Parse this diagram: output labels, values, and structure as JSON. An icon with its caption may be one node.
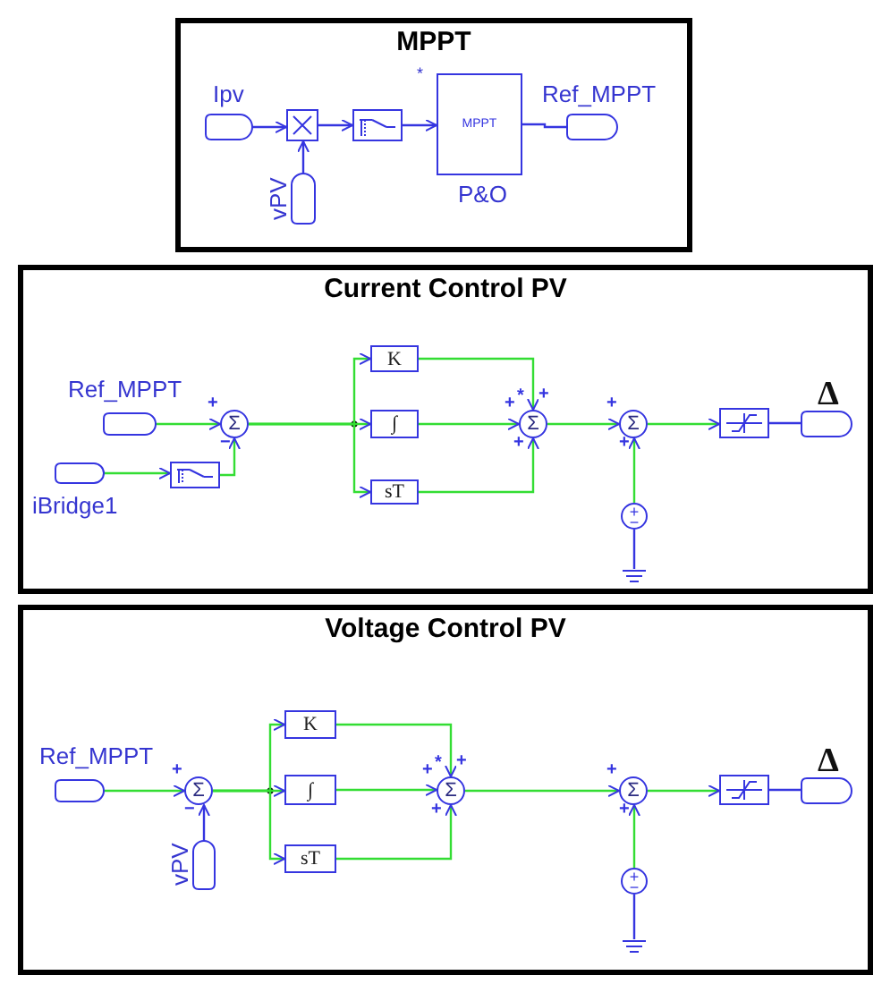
{
  "diagram": {
    "nodes": [
      {
        "text": [
          "MPPT"
        ]
      },
      {
        "text": [
          "Ipv"
        ],
        "in": 0
      },
      {
        "text": [],
        "shape": "box",
        "in": 0
      },
      {
        "text": [],
        "shape": "box",
        "in": 0
      },
      {
        "text": [
          "MPPT"
        ],
        "beside": [
          "P&O"
        ],
        "in": 0
      },
      {
        "text": [
          "Ref_MPPT"
        ],
        "in": 0
      },
      {
        "text": [
          "vPV"
        ],
        "in": 0
      },
      {
        "text": [
          "Current Control PV"
        ]
      },
      {
        "text": [
          "Ref_MPPT"
        ],
        "in": 7
      },
      {
        "text": [
          "iBridge1"
        ],
        "in": 7
      },
      {
        "text": [],
        "shape": "box",
        "in": 7
      },
      {
        "text": [
          "Σ"
        ],
        "beside": [
          "+",
          "−"
        ],
        "in": 7
      },
      {
        "text": [
          "K"
        ],
        "in": 7
      },
      {
        "text": [
          "∫"
        ],
        "in": 7
      },
      {
        "text": [
          "sT"
        ],
        "in": 7
      },
      {
        "text": [
          "Σ"
        ],
        "beside": [
          "+",
          "*",
          "+",
          "+"
        ],
        "in": 7
      },
      {
        "text": [
          "Σ"
        ],
        "beside": [
          "+",
          "+"
        ],
        "in": 7
      },
      {
        "text": [
          "+",
          "−"
        ],
        "in": 7
      },
      {
        "text": [],
        "shape": "ground",
        "in": 7
      },
      {
        "text": [],
        "shape": "box",
        "in": 7
      },
      {
        "text": [
          "Δ"
        ],
        "in": 7
      },
      {
        "text": [
          "Voltage Control PV"
        ]
      },
      {
        "text": [
          "Ref_MPPT"
        ],
        "in": 21
      },
      {
        "text": [
          "Σ"
        ],
        "beside": [
          "+",
          "−"
        ],
        "in": 21
      },
      {
        "text": [
          "vPV"
        ],
        "in": 21
      },
      {
        "text": [
          "K"
        ],
        "in": 21
      },
      {
        "text": [
          "∫"
        ],
        "in": 21
      },
      {
        "text": [
          "sT"
        ],
        "in": 21
      },
      {
        "text": [
          "Σ"
        ],
        "beside": [
          "+",
          "*",
          "+",
          "+"
        ],
        "in": 21
      },
      {
        "text": [
          "Σ"
        ],
        "beside": [
          "+",
          "+"
        ],
        "in": 21
      },
      {
        "text": [
          "+",
          "−"
        ],
        "in": 21
      },
      {
        "text": [],
        "shape": "ground",
        "in": 21
      },
      {
        "text": [],
        "shape": "box",
        "in": 21
      },
      {
        "text": [
          "Δ"
        ],
        "in": 21
      }
    ],
    "edges": [
      {
        "from": 1,
        "to": 2,
        "arrow": "to",
        "color": "#3535e0"
      },
      {
        "from": 6,
        "to": 2,
        "arrow": "to",
        "color": "#3535e0"
      },
      {
        "from": 2,
        "to": 3,
        "arrow": "to",
        "color": "#3535e0"
      },
      {
        "from": 3,
        "to": 4,
        "arrow": "to",
        "color": "#3535e0"
      },
      {
        "from": 4,
        "to": 5,
        "arrow": "none",
        "color": "#3535e0"
      },
      {
        "from": 8,
        "to": 11,
        "arrow": "to"
      },
      {
        "from": 9,
        "to": 10,
        "arrow": "to"
      },
      {
        "from": 10,
        "to": 11,
        "arrow": "to"
      },
      {
        "from": 11,
        "to": 12,
        "arrow": "to"
      },
      {
        "from": 11,
        "to": 13,
        "arrow": "to"
      },
      {
        "from": 11,
        "to": 14,
        "arrow": "to"
      },
      {
        "from": 12,
        "to": 15,
        "arrow": "to"
      },
      {
        "from": 13,
        "to": 15,
        "arrow": "to"
      },
      {
        "from": 14,
        "to": 15,
        "arrow": "to"
      },
      {
        "from": 15,
        "to": 16,
        "arrow": "to"
      },
      {
        "from": 17,
        "to": 16,
        "arrow": "to"
      },
      {
        "from": 17,
        "to": 18,
        "arrow": "none",
        "color": "#3535e0"
      },
      {
        "from": 16,
        "to": 19,
        "arrow": "to"
      },
      {
        "from": 19,
        "to": 20,
        "arrow": "none",
        "color": "#3535e0"
      },
      {
        "from": 22,
        "to": 23,
        "arrow": "to"
      },
      {
        "from": 24,
        "to": 23,
        "arrow": "to",
        "color": "#3535e0"
      },
      {
        "from": 23,
        "to": 25,
        "arrow": "to"
      },
      {
        "from": 23,
        "to": 26,
        "arrow": "to"
      },
      {
        "from": 23,
        "to": 27,
        "arrow": "to"
      },
      {
        "from": 25,
        "to": 28,
        "arrow": "to"
      },
      {
        "from": 26,
        "to": 28,
        "arrow": "to"
      },
      {
        "from": 27,
        "to": 28,
        "arrow": "to"
      },
      {
        "from": 28,
        "to": 29,
        "arrow": "to"
      },
      {
        "from": 30,
        "to": 29,
        "arrow": "to"
      },
      {
        "from": 30,
        "to": 31,
        "arrow": "none",
        "color": "#3535e0"
      },
      {
        "from": 29,
        "to": 32,
        "arrow": "to"
      },
      {
        "from": 32,
        "to": 33,
        "arrow": "none",
        "color": "#3535e0"
      }
    ],
    "labels": [
      "*"
    ]
  }
}
